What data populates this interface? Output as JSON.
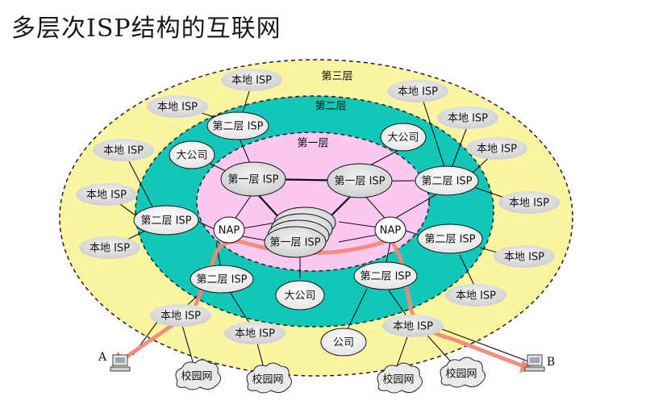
{
  "title": "多层次ISP结构的互联网",
  "layers": {
    "third": "第三层",
    "second": "第二层",
    "first": "第一层"
  },
  "labels": {
    "local_isp": "本地 ISP",
    "tier2_isp": "第二层 ISP",
    "tier1_isp": "第一层 ISP",
    "big_company": "大公司",
    "company": "公司",
    "nap": "NAP",
    "campus": "校园网",
    "host_a": "A",
    "host_b": "B"
  },
  "colors": {
    "outer_ring": "#fbf5a3",
    "middle_ring": "#13c7b8",
    "inner_ring": "#fbc8f2",
    "path": "#ef8a78"
  }
}
